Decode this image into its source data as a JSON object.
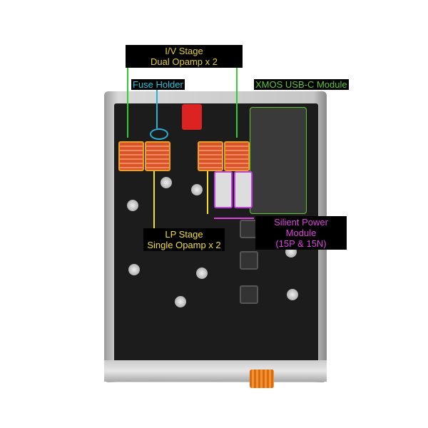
{
  "labels": {
    "iv_stage_line1": "I/V Stage",
    "iv_stage_line2": "Dual Opamp x 2",
    "fuse_holder": "Fuse Holder",
    "xmos": "XMOS USB-C Module",
    "power_line1": "Silient Power Module",
    "power_line2": "(15P & 15N)",
    "lp_line1": "LP Stage",
    "lp_line2": "Single Opamp x 2"
  },
  "colors": {
    "iv": "#e0d020",
    "fuse": "#20c8e0",
    "xmos": "#5ec832",
    "power": "#e040e0",
    "lp": "#f0e020"
  }
}
